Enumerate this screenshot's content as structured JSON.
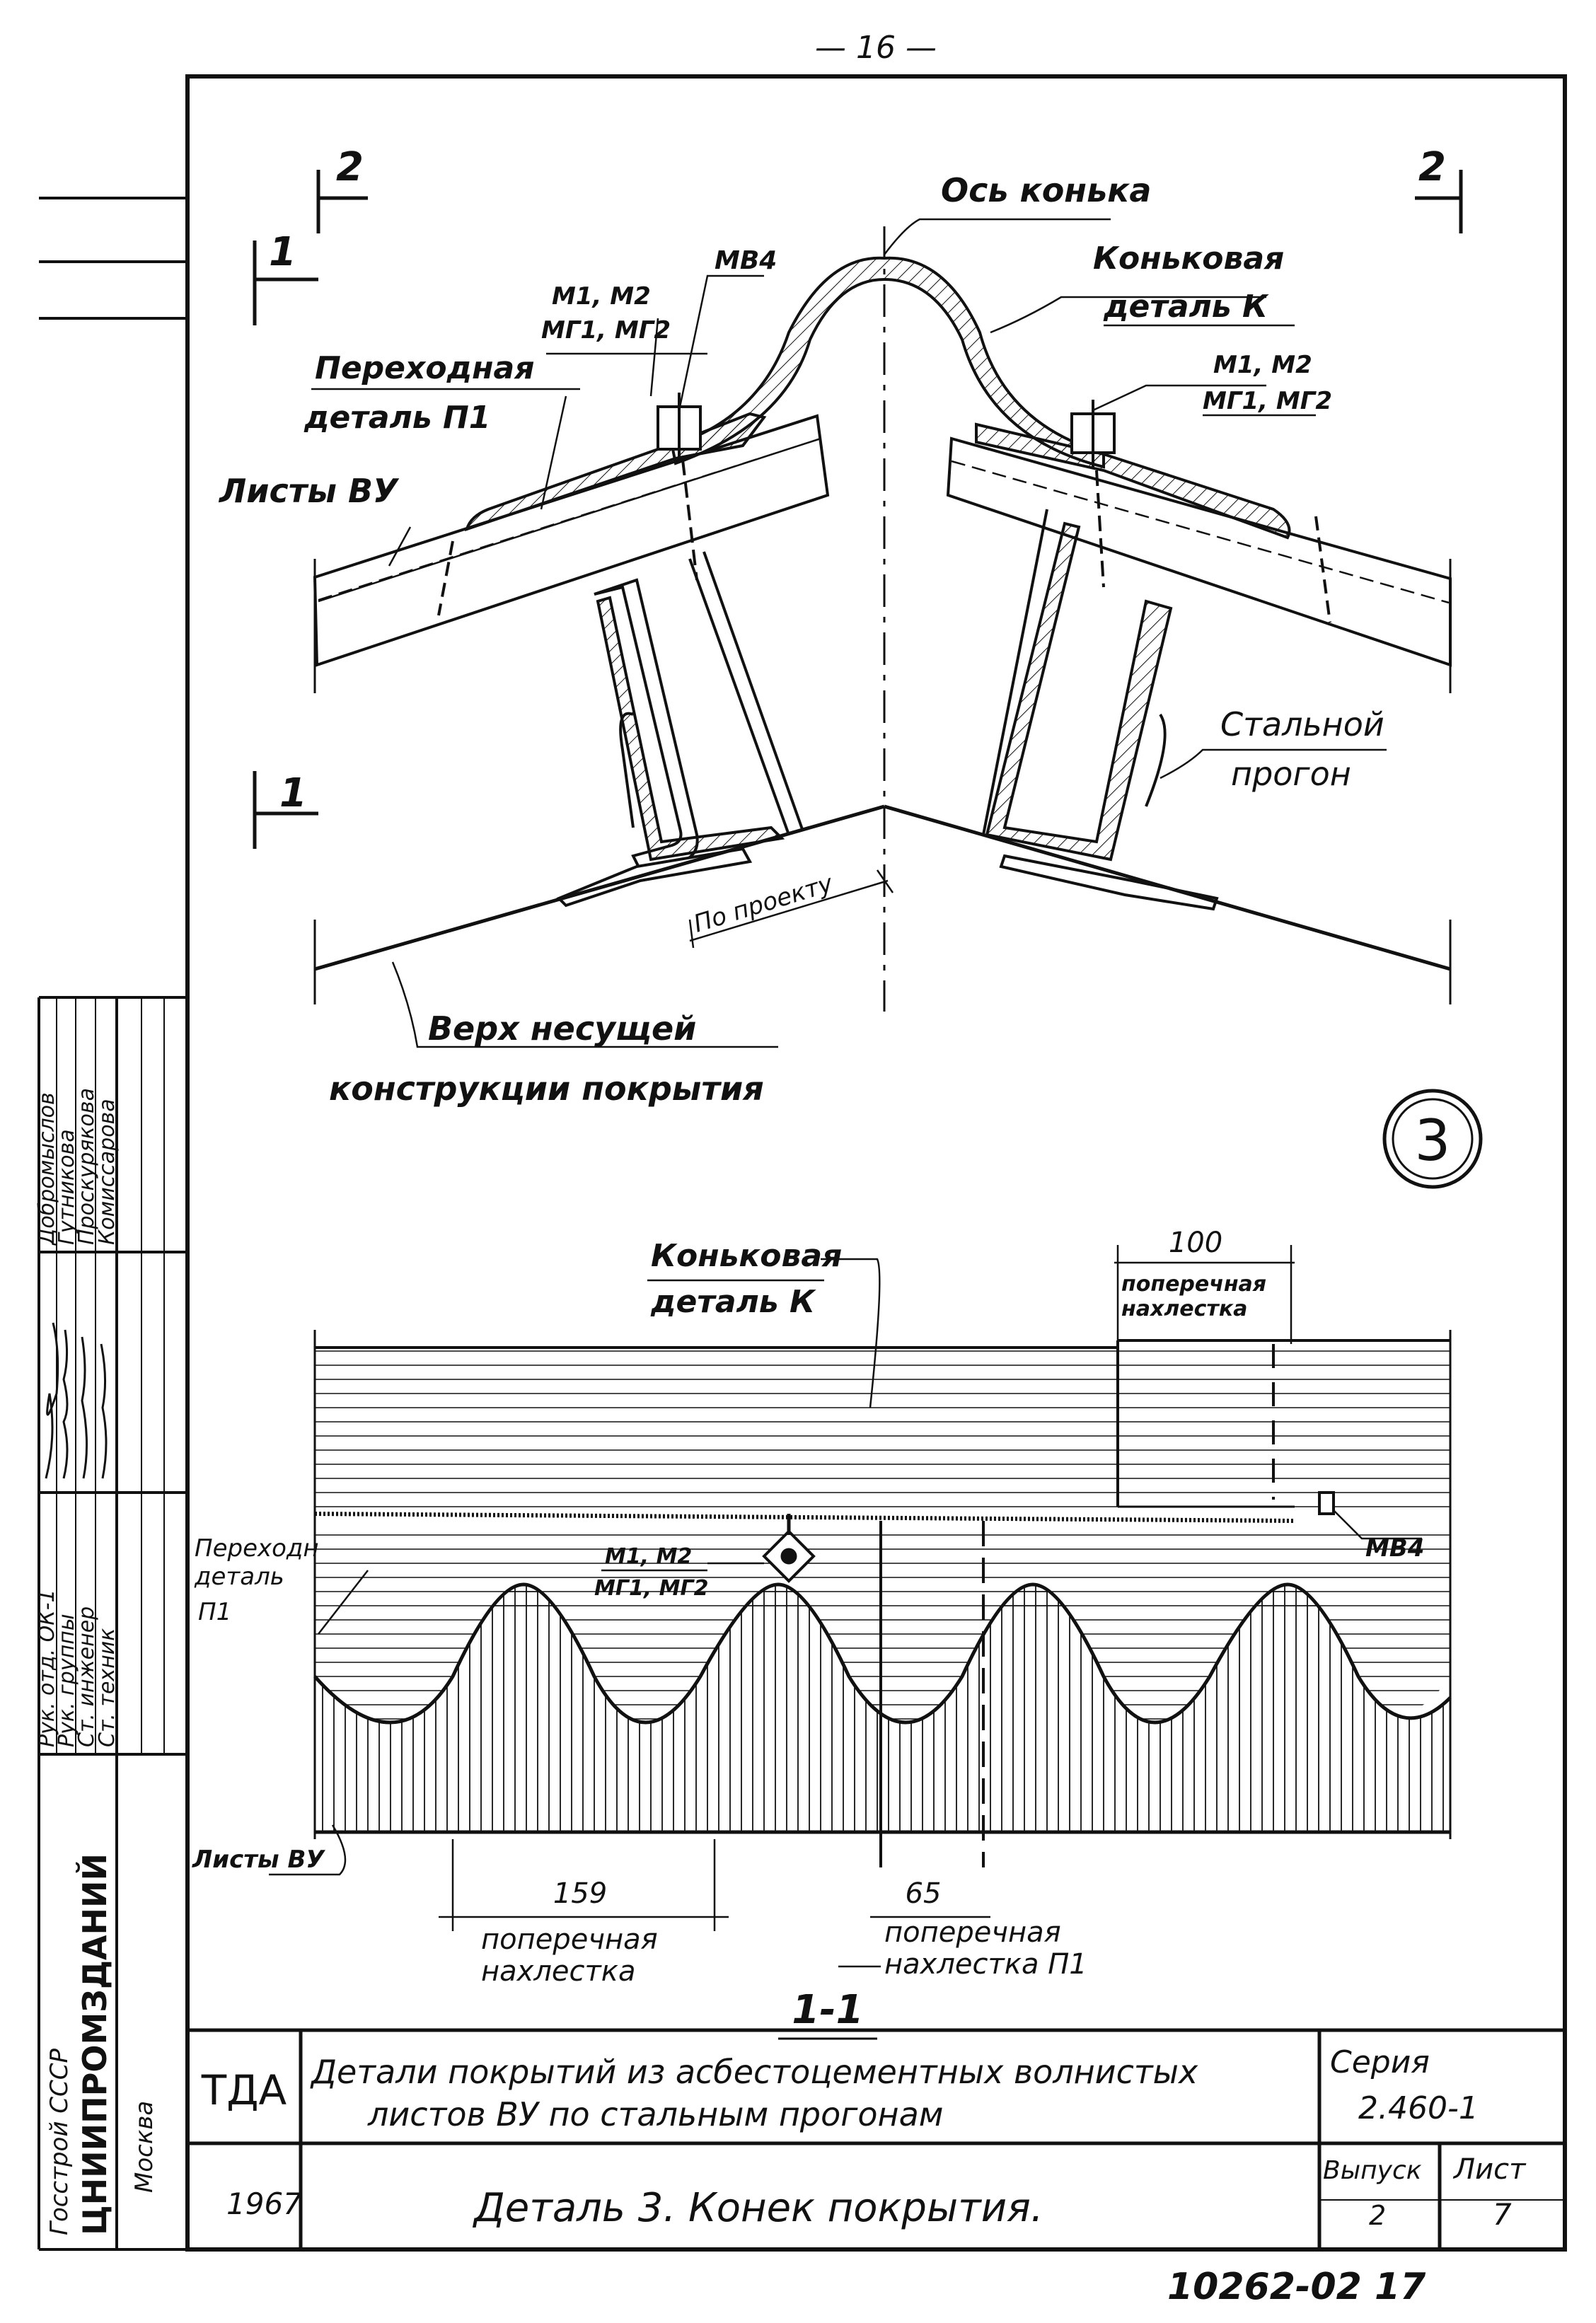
{
  "page_number": "— 16 —",
  "detail_circle": "3",
  "top_view": {
    "axis_label": "Ось конька",
    "ridge_part_line1": "Коньковая",
    "ridge_part_line2": "деталь К",
    "transition_line1": "Переходная",
    "transition_line2": "деталь П1",
    "sheets": "Листы ВУ",
    "fasteners_left_top": "М1, М2",
    "fasteners_left_bottom": "МГ1, МГ2",
    "fasteners_right_top": "М1, М2",
    "fasteners_right_bottom": "МГ1, МГ2",
    "mb4": "МВ4",
    "purlin_line1": "Стальной",
    "purlin_line2": "прогон",
    "per_project": "По проекту",
    "structure_line1": "Верх несущей",
    "structure_line2": "конструкции покрытия",
    "section_2_left": "2",
    "section_2_right": "2",
    "section_1_top": "1",
    "section_1_bottom": "1"
  },
  "bottom_view": {
    "ridge_line1": "Коньковая",
    "ridge_line2": "деталь К",
    "dim_100": "100",
    "overlap_100_line1": "поперечная",
    "overlap_100_line2": "нахлестка",
    "transition_line1": "Переходн",
    "transition_line2": "деталь",
    "transition_line3": "П1",
    "fasteners_top": "М1, М2",
    "fasteners_bottom": "МГ1, МГ2",
    "mb4": "МВ4",
    "sheets": "Листы ВУ",
    "dim_159": "159",
    "overlap_159_line1": "поперечная",
    "overlap_159_line2": "нахлестка",
    "dim_65": "65",
    "overlap_65_line1": "поперечная",
    "overlap_65_line2": "нахлестка П1",
    "section_title": "1-1"
  },
  "side_stamp": {
    "org1": "Госстрой СССР",
    "org2": "ЦНИИПРОМЗДАНИЙ",
    "city": "Москва",
    "roles": [
      "Рук. отд. ОК-1",
      "Рук. группы",
      "Ст. инженер",
      "Ст. техник"
    ],
    "names": [
      "Добромыслов",
      "Гутникова",
      "Проскурякова",
      "Комиссарова"
    ]
  },
  "title_block": {
    "code": "ТДА",
    "year": "1967",
    "title_line1": "Детали покрытий из асбестоцементных волнистых",
    "title_line2": "листов ВУ по стальным прогонам",
    "series_label": "Серия",
    "series_value": "2.460-1",
    "issue_label": "Выпуск",
    "issue_value": "2",
    "sheet_label": "Лист",
    "sheet_value": "7",
    "subtitle": "Деталь 3. Конек покрытия."
  },
  "doc_number": "10262-02 17"
}
